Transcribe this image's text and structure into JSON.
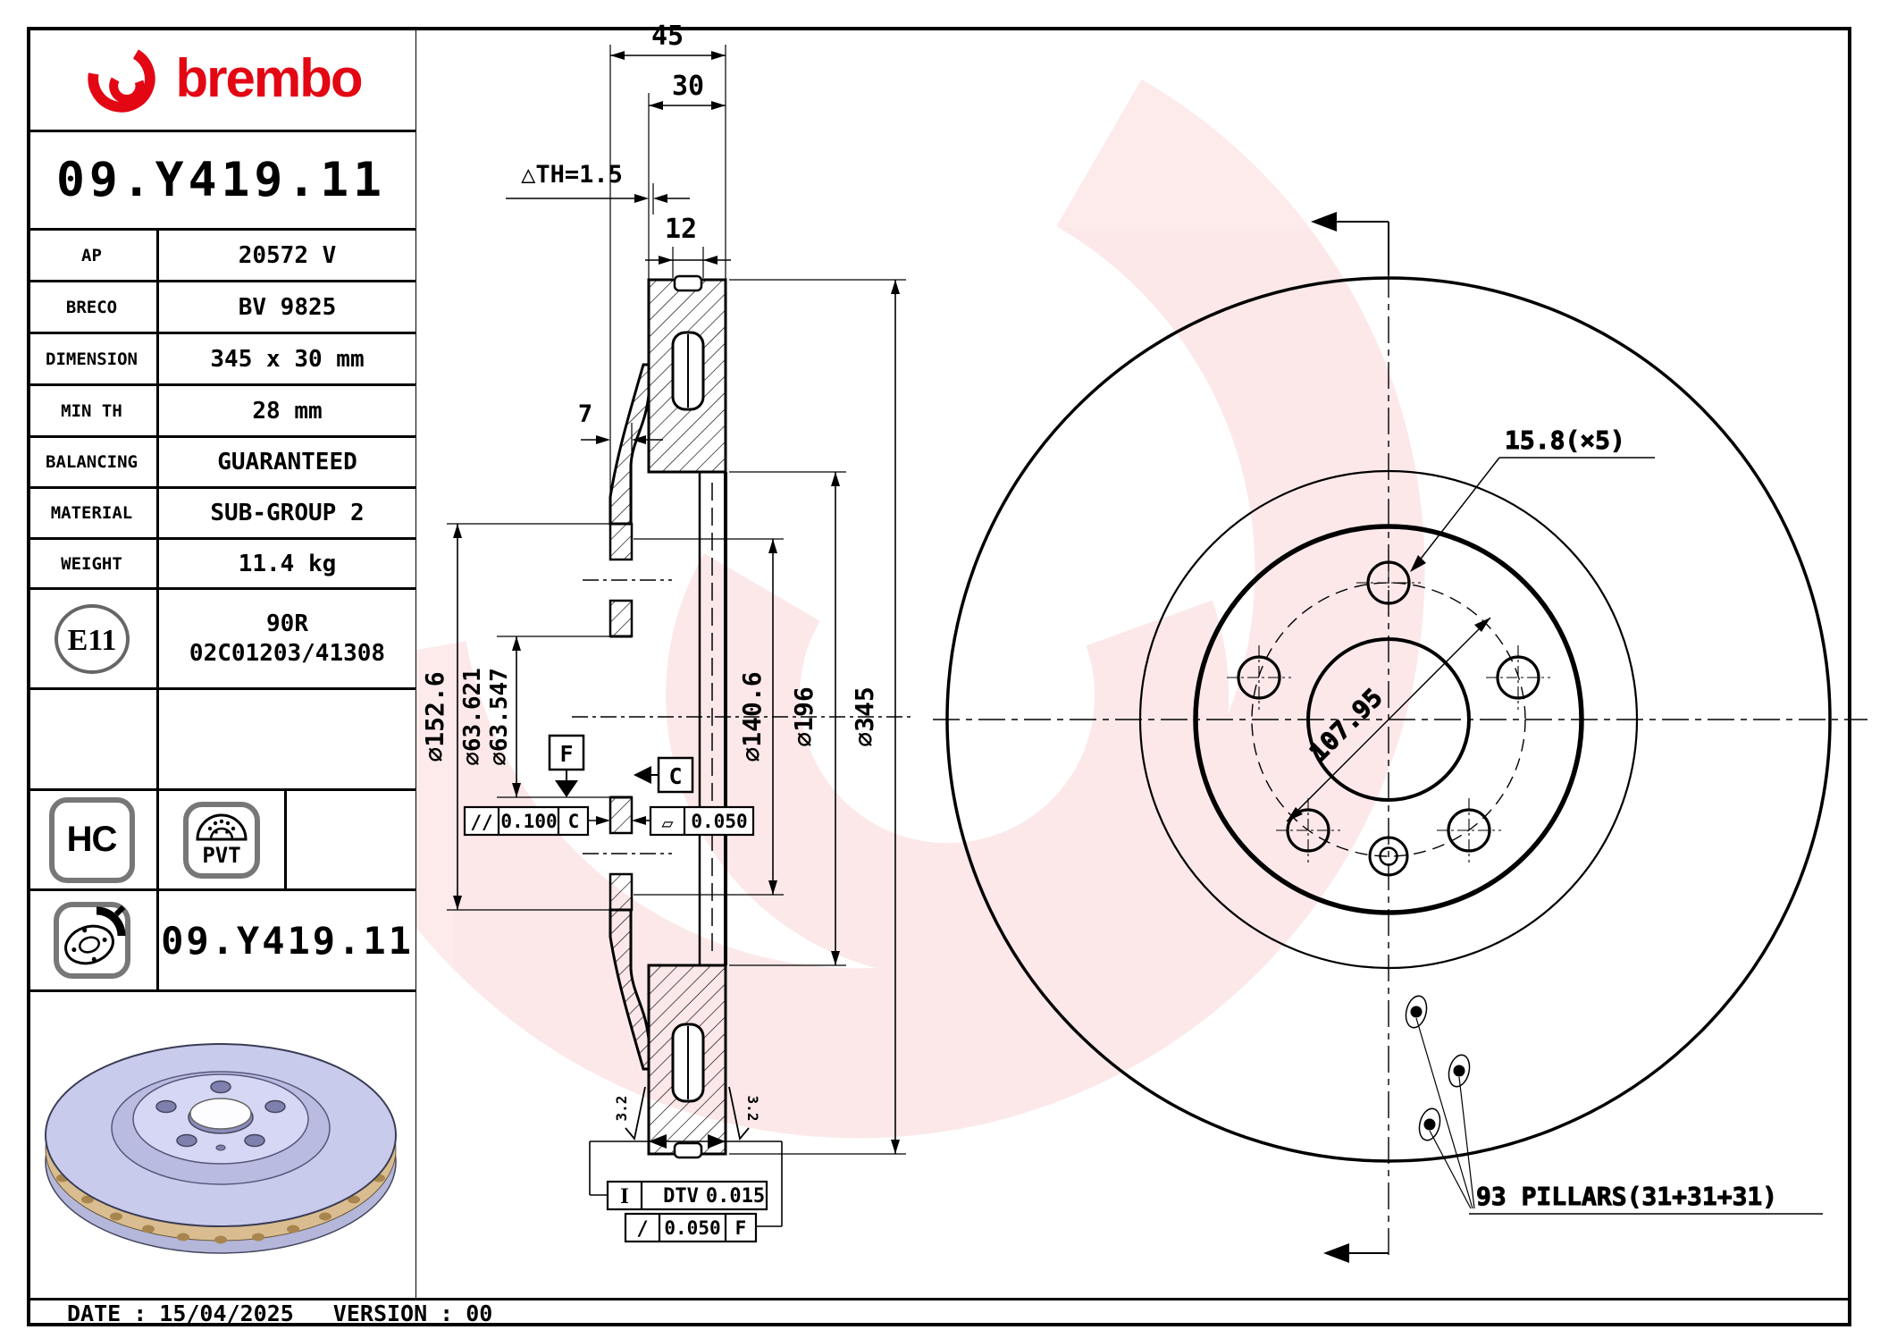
{
  "brand": {
    "wordmark": "brembo"
  },
  "part_number": "09.Y419.11",
  "spec_table": [
    {
      "label": "AP",
      "value": "20572 V"
    },
    {
      "label": "BRECO",
      "value": "BV 9825"
    },
    {
      "label": "DIMENSION",
      "value": "345 x 30 mm"
    },
    {
      "label": "MIN TH",
      "value": "28 mm"
    },
    {
      "label": "BALANCING",
      "value": "GUARANTEED"
    },
    {
      "label": "MATERIAL",
      "value": "SUB-GROUP 2"
    },
    {
      "label": "WEIGHT",
      "value": "11.4 kg"
    }
  ],
  "homologation": {
    "mark": "E11",
    "line1": "90R",
    "line2": "02C01203/41308"
  },
  "badges": {
    "hc": "HC",
    "pvt": "PVT"
  },
  "part_number_repeat": "09.Y419.11",
  "footer": {
    "date_label": "DATE",
    "sep": ":",
    "date": "15/04/2025",
    "version_label": "VERSION",
    "version": "00"
  },
  "colors": {
    "brand_red": "#e30613",
    "disc_body": "#c9cbec",
    "vent_band": "#d9bd90"
  },
  "section_view": {
    "dim_45": "45",
    "dim_30": "30",
    "dim_th": "△TH=1.5",
    "dim_12": "12",
    "dim_7": "7",
    "dia_152": "⌀152.6",
    "dia_63_upper": "⌀63.621",
    "dia_63_lower": "⌀63.547",
    "dia_140": "⌀140.6",
    "dia_196": "⌀196",
    "dia_345": "⌀345",
    "datum_f": "F",
    "datum_c": "C",
    "parallelism": {
      "symbol": "//",
      "value": "0.100",
      "datum": "C"
    },
    "flatness": {
      "symbol": "▱",
      "value": "0.050"
    },
    "dtv": {
      "symbol": "I",
      "label": "DTV",
      "value": "0.015"
    },
    "runout": {
      "symbol": "/",
      "value": "0.050",
      "datum": "F"
    },
    "surface_finish_left": "3.2",
    "surface_finish_right": "3.2"
  },
  "front_view": {
    "bolt_hole_dim": "15.8(×5)",
    "bolt_circle_dim": "107.95",
    "pillars_label": "93 PILLARS(31+31+31)"
  }
}
